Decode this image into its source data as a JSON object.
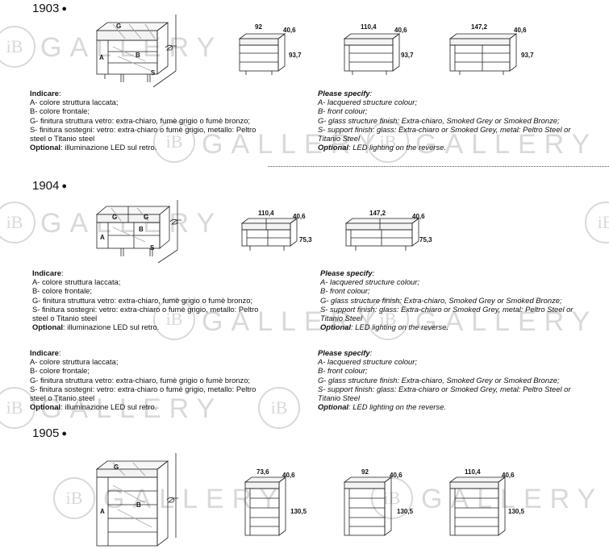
{
  "watermark": {
    "logo": "iB",
    "text": "GALLERY"
  },
  "section_1903": {
    "code": "1903",
    "labels": {
      "a": "A",
      "b": "B",
      "g": "G",
      "s": "S"
    },
    "dims": [
      {
        "width": "92",
        "depth": "40,6",
        "height": "93,7"
      },
      {
        "width": "110,4",
        "depth": "40,6",
        "height": "93,7"
      },
      {
        "width": "147,2",
        "depth": "40,6",
        "height": "93,7"
      }
    ],
    "it": {
      "head": "Indicare",
      "a": "A- colore struttura laccata;",
      "b": "B- colore frontale;",
      "g": "G- finitura struttura vetro: extra-chiaro, fumè grigio o fumè bronzo;",
      "s": "S- finitura sostegni: vetro: extra-chiaro o fumè grigio, metallo: Peltro steel o Titanio steel",
      "opt_head": "Optional",
      "opt": ": illuminazione LED sul retro."
    },
    "en": {
      "head": "Please specify",
      "a": "A- lacquered structure colour;",
      "b": "B- front colour;",
      "g": "G- glass structure finish: Extra-chiaro, Smoked Grey or Smoked Bronze;",
      "s": "S- support finish: glass: Extra-chiaro or Smoked Grey, metal: Peltro Steel or Titanio Steel",
      "opt_head": "Optional",
      "opt": ": LED lighting on the reverse."
    }
  },
  "section_1904": {
    "code": "1904",
    "labels": {
      "a": "A",
      "b": "B",
      "g": "G",
      "s": "S"
    },
    "dims": [
      {
        "width": "110,4",
        "depth": "40,6",
        "height": "75,3"
      },
      {
        "width": "147,2",
        "depth": "40,6",
        "height": "75,3"
      }
    ],
    "it": {
      "head": "Indicare",
      "a": "A- colore struttura laccata;",
      "b": "B- colore frontale;",
      "g": "G- finitura struttura vetro: extra-chiaro, fumè grigio o fumè bronzo;",
      "s": "S- finitura sostegni: vetro: extra-chiaro o fumè grigio, metallo: Peltro steel o Titanio steel",
      "opt_head": "Optional",
      "opt": ": illuminazione LED sul retro."
    },
    "en": {
      "head": "Please specify",
      "a": "A- lacquered structure colour;",
      "b": "B- front colour;",
      "g": "G- glass structure finish: Extra-chiaro, Smoked Grey or Smoked Bronze;",
      "s": "S- support finish: glass: Extra-chiaro or Smoked Grey, metal: Peltro Steel or Titanio Steel",
      "opt_head": "Optional",
      "opt": ": LED lighting on the reverse."
    },
    "it2": {
      "head": "Indicare",
      "a": "A- colore struttura laccata;",
      "b": "B- colore frontale;",
      "g": "G- finitura struttura vetro: extra-chiaro, fumè grigio o fumè bronzo;",
      "s": "S- finitura sostegni: vetro: extra-chiaro o fumè grigio, metallo: Peltro steel o Titanio steel",
      "opt_head": "Optional",
      "opt": ": illuminazione LED sul retro."
    },
    "en2": {
      "head": "Please specify",
      "a": "A- lacquered structure colour;",
      "b": "B- front colour;",
      "g": "G- glass structure finish: Extra-chiaro, Smoked Grey or Smoked Bronze;",
      "s": "S- support finish: glass: Extra-chiaro or Smoked Grey, metal: Peltro Steel or Titanio Steel",
      "opt_head": "Optional",
      "opt": ": LED lighting on the reverse."
    }
  },
  "section_1905": {
    "code": "1905",
    "labels": {
      "a": "A",
      "b": "B",
      "g": "G"
    },
    "dims": [
      {
        "width": "73,6",
        "depth": "40,6",
        "height": "130,5"
      },
      {
        "width": "92",
        "depth": "40,6",
        "height": "130,5"
      },
      {
        "width": "110,4",
        "depth": "40,6",
        "height": "130,5"
      }
    ]
  }
}
